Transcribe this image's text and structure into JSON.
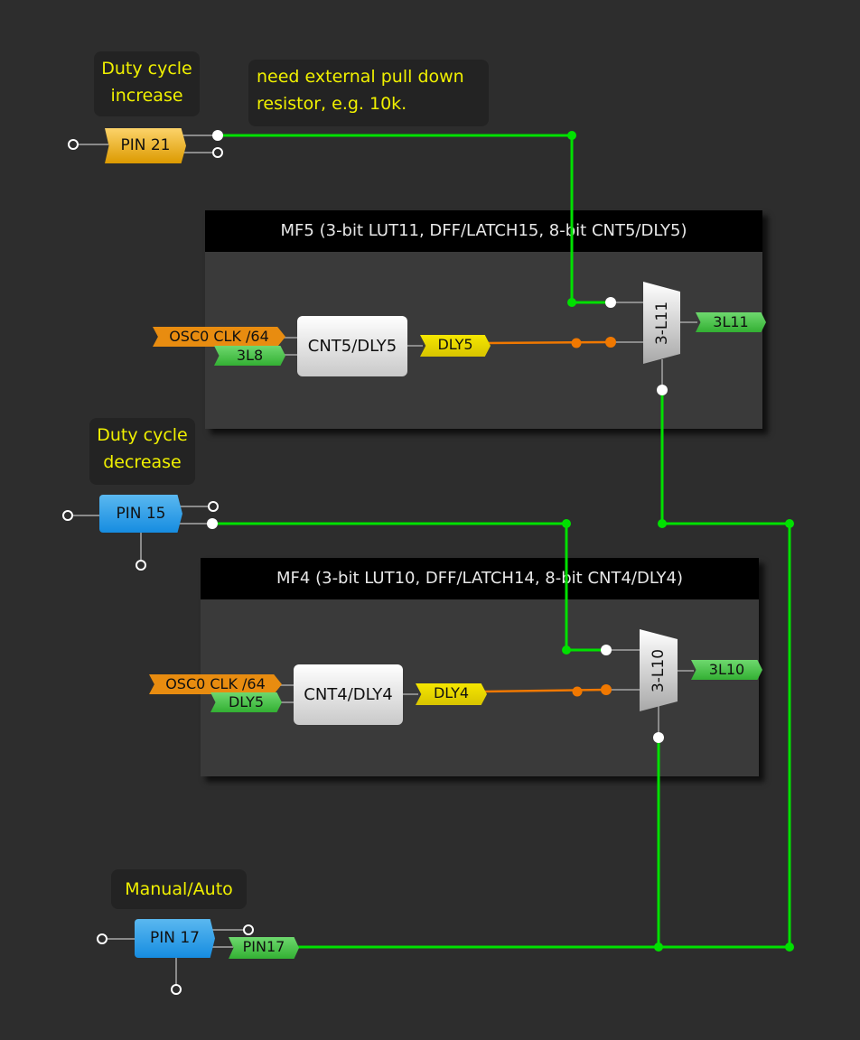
{
  "notes": {
    "duty_increase": [
      "Duty cycle",
      "increase"
    ],
    "pulldown": [
      "need external pull down",
      "resistor, e.g. 10k."
    ],
    "duty_decrease": [
      "Duty cycle",
      "decrease"
    ],
    "manual_auto": "Manual/Auto"
  },
  "pins": {
    "pin21": "PIN 21",
    "pin15": "PIN 15",
    "pin17": "PIN 17",
    "pin17_tag": "PIN17"
  },
  "mf5": {
    "title": "MF5 (3-bit LUT11, DFF/LATCH15, 8-bit CNT5/DLY5)",
    "clk_input": "OSC0 CLK /64",
    "reset_input": "3L8",
    "counter": "CNT5/DLY5",
    "output": "DLY5",
    "lut": "3-L11",
    "lut_output": "3L11"
  },
  "mf4": {
    "title": "MF4 (3-bit LUT10, DFF/LATCH14, 8-bit CNT4/DLY4)",
    "clk_input": "OSC0 CLK /64",
    "reset_input": "DLY5",
    "counter": "CNT4/DLY4",
    "output": "DLY4",
    "lut": "3-L10",
    "lut_output": "3L10"
  },
  "colors": {
    "background": "#2d2d2d",
    "wire_net": "#00e000",
    "wire_internal": "#f07800",
    "note_text": "#f0f000"
  }
}
